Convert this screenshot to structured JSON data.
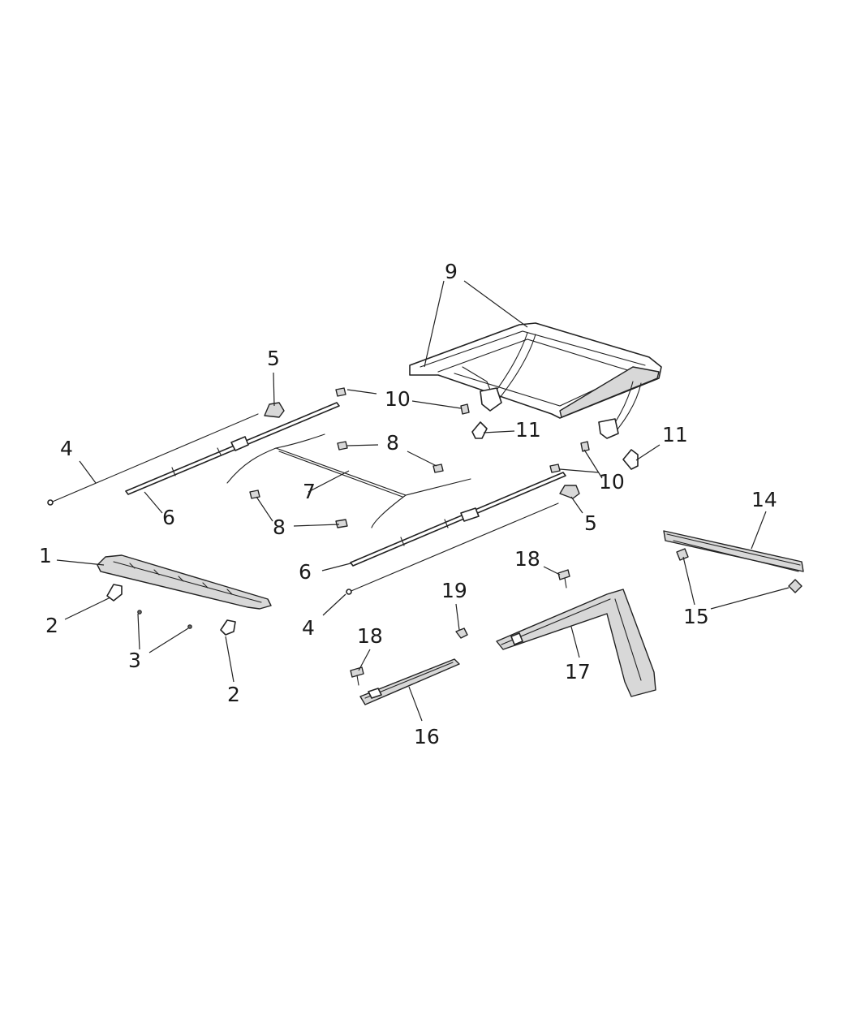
{
  "callouts": [
    "1",
    "2",
    "3",
    "4",
    "5",
    "6",
    "7",
    "8",
    "9",
    "10",
    "11",
    "14",
    "15",
    "16",
    "17",
    "18",
    "19"
  ]
}
